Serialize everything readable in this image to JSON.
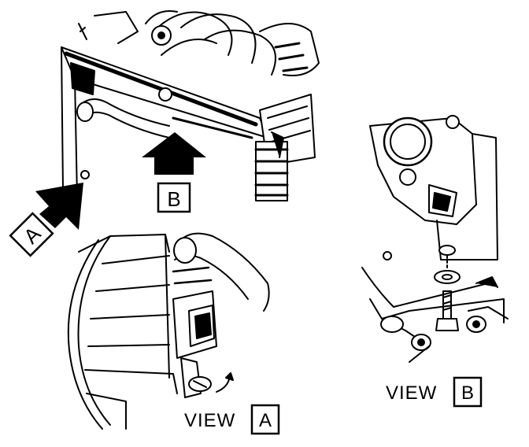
{
  "callouts": {
    "arrow_a_letter": "A",
    "arrow_b_letter": "B",
    "view_a_word": "VIEW",
    "view_a_letter": "A",
    "view_b_word": "VIEW",
    "view_b_letter": "B"
  },
  "colors": {
    "ink": "#000000",
    "paper": "#ffffff"
  }
}
